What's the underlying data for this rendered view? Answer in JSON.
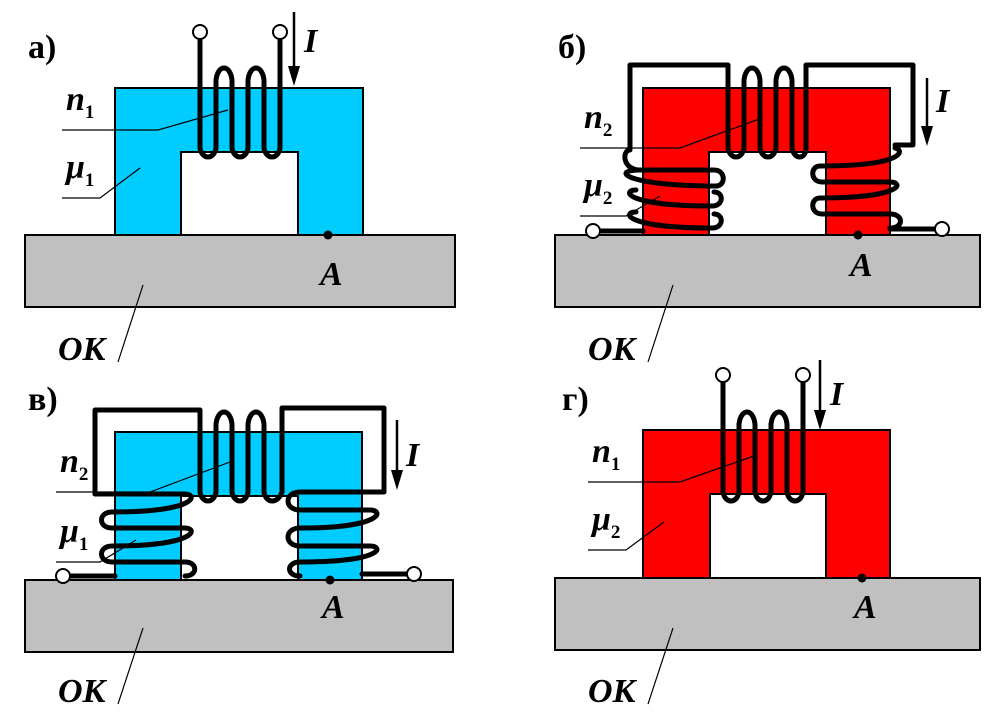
{
  "colors": {
    "mu1_core": "#00ccff",
    "mu2_core": "#ff0000",
    "base": "#c0c0c0"
  },
  "panels": [
    {
      "letter": "а)",
      "core_color_key": "mu1_core",
      "winding_label": "n",
      "winding_sub": "1",
      "perm_label": "μ",
      "perm_sub": "1",
      "current_label": "I",
      "point_label": "A",
      "object_label": "ОК"
    },
    {
      "letter": "б)",
      "core_color_key": "mu2_core",
      "winding_label": "n",
      "winding_sub": "2",
      "perm_label": "μ",
      "perm_sub": "2",
      "current_label": "I",
      "point_label": "A",
      "object_label": "ОК"
    },
    {
      "letter": "в)",
      "core_color_key": "mu1_core",
      "winding_label": "n",
      "winding_sub": "2",
      "perm_label": "μ",
      "perm_sub": "1",
      "current_label": "I",
      "point_label": "A",
      "object_label": "ОК"
    },
    {
      "letter": "г)",
      "core_color_key": "mu2_core",
      "winding_label": "n",
      "winding_sub": "1",
      "perm_label": "μ",
      "perm_sub": "2",
      "current_label": "I",
      "point_label": "A",
      "object_label": "ОК"
    }
  ]
}
